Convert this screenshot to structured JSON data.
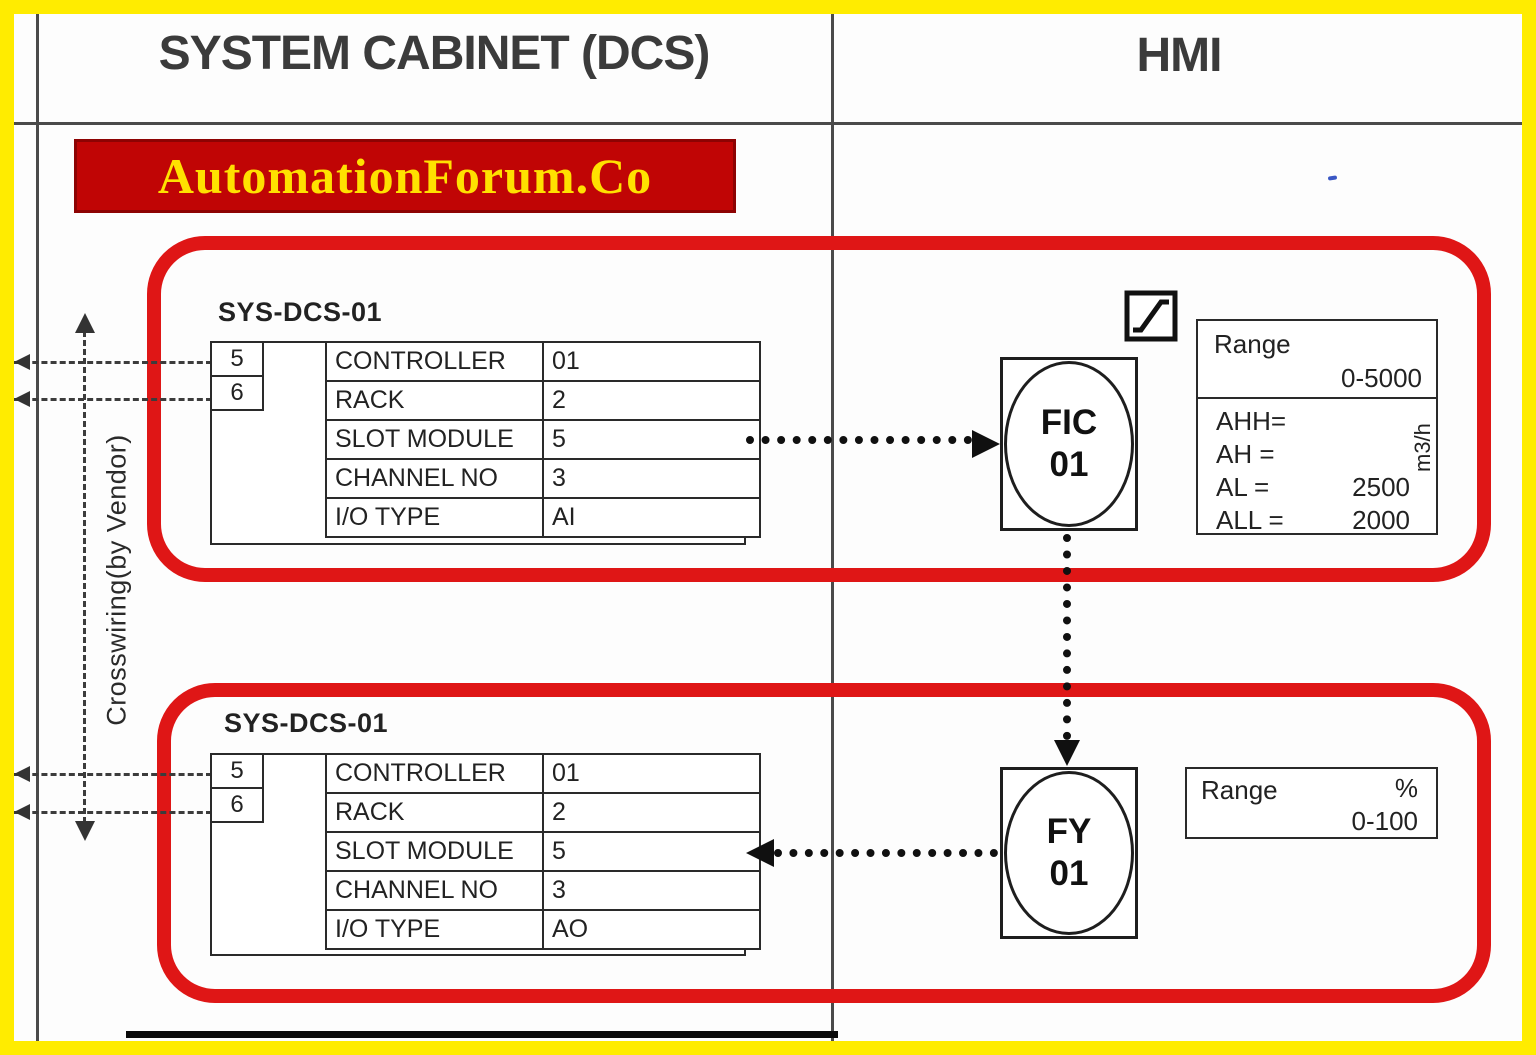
{
  "header": {
    "left_title": "SYSTEM CABINET (DCS)",
    "right_title": "HMI"
  },
  "watermark": {
    "text": "AutomationForum.Co"
  },
  "crosswiring_label": "Crosswiring(by Vendor)",
  "loops": [
    {
      "tag_label": "SYS-DCS-01",
      "terminals": [
        "5",
        "6"
      ],
      "io_table": {
        "rows": [
          {
            "label": "CONTROLLER",
            "value": "01"
          },
          {
            "label": "RACK",
            "value": "2"
          },
          {
            "label": "SLOT MODULE",
            "value": "5"
          },
          {
            "label": "CHANNEL NO",
            "value": "3"
          },
          {
            "label": "I/O TYPE",
            "value": "AI"
          }
        ]
      },
      "instrument": {
        "tag": "FIC",
        "number": "01"
      },
      "range_box": {
        "title": "Range",
        "range": "0-5000",
        "unit": "m3/h",
        "alarms": [
          {
            "label": "AHH=",
            "value": ""
          },
          {
            "label": "AH =",
            "value": ""
          },
          {
            "label": "AL =",
            "value": "2500"
          },
          {
            "label": "ALL =",
            "value": "2000"
          }
        ]
      }
    },
    {
      "tag_label": "SYS-DCS-01",
      "terminals": [
        "5",
        "6"
      ],
      "io_table": {
        "rows": [
          {
            "label": "CONTROLLER",
            "value": "01"
          },
          {
            "label": "RACK",
            "value": "2"
          },
          {
            "label": "SLOT MODULE",
            "value": "5"
          },
          {
            "label": "CHANNEL NO",
            "value": "3"
          },
          {
            "label": "I/O TYPE",
            "value": "AO"
          }
        ]
      },
      "instrument": {
        "tag": "FY",
        "number": "01"
      },
      "range_box": {
        "title": "Range",
        "unit": "%",
        "range": "0-100"
      }
    }
  ],
  "colors": {
    "border_yellow": "#ffec00",
    "highlight_red": "#df1616",
    "banner_red": "#c00505",
    "banner_text_yellow": "#ffe100"
  }
}
